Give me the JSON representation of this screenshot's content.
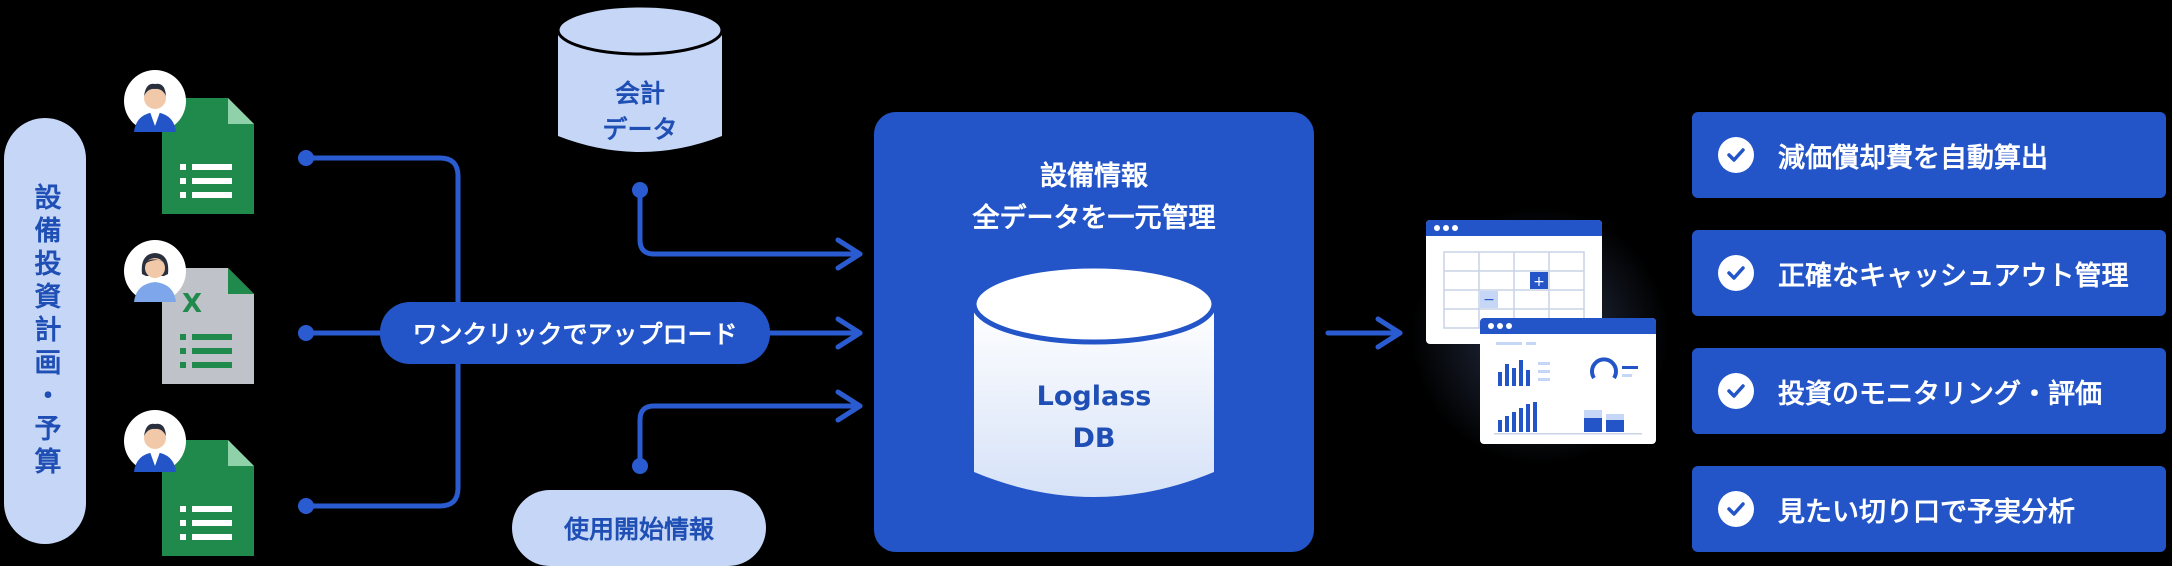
{
  "left_label": "設備投資計画・予算",
  "accounting": {
    "line1": "会計",
    "line2": "データ"
  },
  "upload_label": "ワンクリックでアップロード",
  "usage_label": "使用開始情報",
  "center": {
    "title_line1": "設備情報",
    "title_line2": "全データを一元管理",
    "db_line1": "Loglass",
    "db_line2": "DB"
  },
  "files": [
    {
      "type": "spreadsheet",
      "color": "#1f8a4c",
      "avatar": "man"
    },
    {
      "type": "excel",
      "color": "#bfc2c8",
      "avatar": "woman"
    },
    {
      "type": "spreadsheet",
      "color": "#1f8a4c",
      "avatar": "man"
    }
  ],
  "benefits": [
    "減価償却費を自動算出",
    "正確なキャッシュアウト管理",
    "投資のモニタリング・評価",
    "見たい切り口で予実分析"
  ],
  "colors": {
    "primary": "#2355c8",
    "light": "#c5d6f6",
    "text_dark": "#1f4fb5",
    "background": "#000000"
  }
}
